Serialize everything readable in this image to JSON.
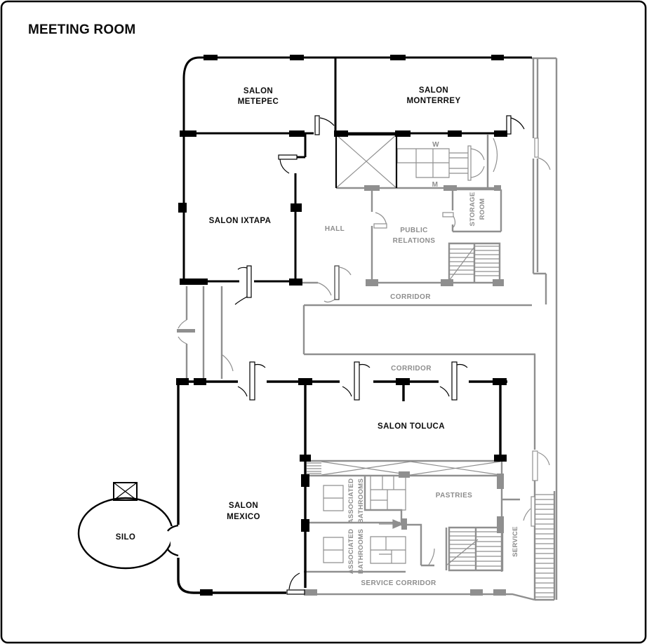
{
  "title": "MEETING ROOM",
  "colors": {
    "wall_primary": "#000000",
    "wall_secondary": "#8f8f8f",
    "label_gray": "#8d8d8d",
    "background": "#ffffff"
  },
  "rooms": {
    "metepec": {
      "line1": "SALON",
      "line2": "METEPEC"
    },
    "monterrey": {
      "line1": "SALON",
      "line2": "MONTERREY"
    },
    "ixtapa": {
      "label": "SALON IXTAPA"
    },
    "toluca": {
      "label": "SALON TOLUCA"
    },
    "mexico": {
      "line1": "SALON",
      "line2": "MEXICO"
    },
    "silo": {
      "label": "SILO"
    },
    "hall": {
      "label": "HALL"
    },
    "public_relations": {
      "line1": "PUBLIC",
      "line2": "RELATIONS"
    },
    "storage_room": {
      "line1": "STORAGE",
      "line2": "ROOM"
    },
    "corridor_upper": {
      "label": "CORRIDOR"
    },
    "corridor_mid": {
      "label": "CORRIDOR"
    },
    "pastries": {
      "label": "PASTRIES"
    },
    "assoc_bath_1": {
      "line1": "ASSOCIATED",
      "line2": "BATHROOMS"
    },
    "assoc_bath_2": {
      "line1": "ASSOCIATED",
      "line2": "BATHROOMS"
    },
    "service_corridor": {
      "label": "SERVICE CORRIDOR"
    },
    "service": {
      "label": "SERVICE"
    },
    "restroom_w": "W",
    "restroom_m": "M"
  }
}
